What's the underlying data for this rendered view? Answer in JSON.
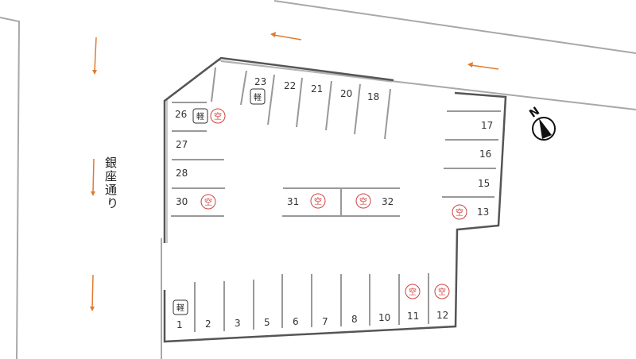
{
  "street": {
    "name": "銀座通り"
  },
  "compass": {
    "label": "N"
  },
  "legend": {
    "kei": "軽",
    "vacant": "空"
  },
  "colors": {
    "arrow": "#e07b30",
    "vacant": "#d04040",
    "boundary": "#555555",
    "road": "#a8a8a8"
  },
  "stalls": {
    "s1": "1",
    "s2": "2",
    "s3": "3",
    "s5": "5",
    "s6": "6",
    "s7": "7",
    "s8": "8",
    "s10": "10",
    "s11": "11",
    "s12": "12",
    "s13": "13",
    "s15": "15",
    "s16": "16",
    "s17": "17",
    "s18": "18",
    "s20": "20",
    "s21": "21",
    "s22": "22",
    "s23": "23",
    "s26": "26",
    "s27": "27",
    "s28": "28",
    "s30": "30",
    "s31": "31",
    "s32": "32"
  },
  "vacant_stalls": [
    "26",
    "30",
    "31",
    "32",
    "13",
    "11",
    "12"
  ],
  "kei_stalls": [
    "1",
    "23",
    "26"
  ]
}
